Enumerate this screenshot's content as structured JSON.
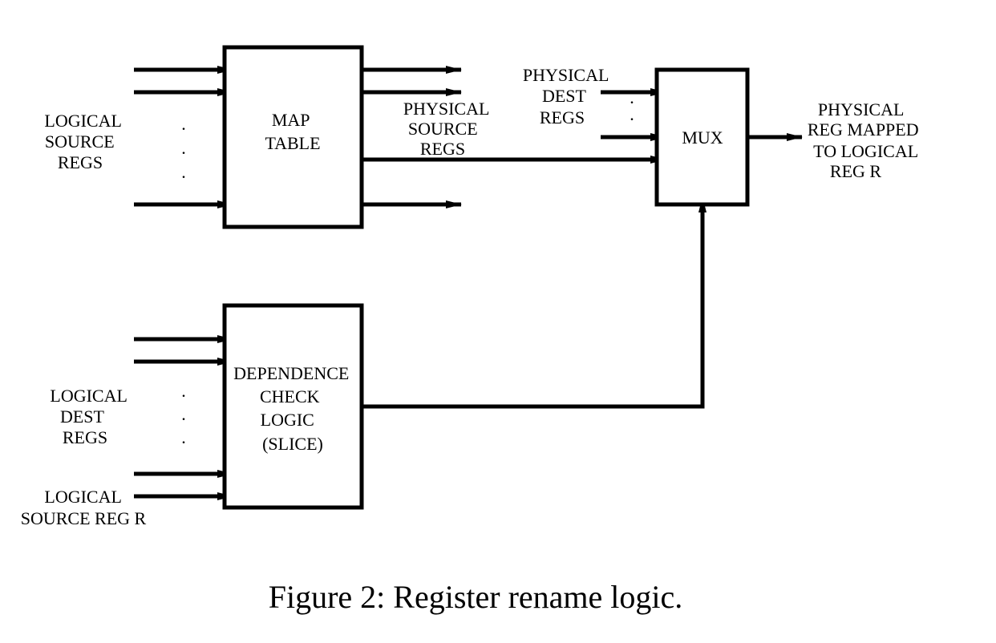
{
  "diagram": {
    "blocks": {
      "map_table": [
        "MAP",
        "TABLE"
      ],
      "dependence_check": [
        "DEPENDENCE",
        "CHECK",
        "LOGIC",
        "(SLICE)"
      ],
      "mux": [
        "MUX"
      ]
    },
    "labels": {
      "logical_source_regs": [
        "LOGICAL",
        "SOURCE",
        "REGS"
      ],
      "physical_source_regs": [
        "PHYSICAL",
        "SOURCE",
        "REGS"
      ],
      "physical_dest_regs": [
        "PHYSICAL",
        "DEST",
        "REGS"
      ],
      "physical_reg_mapped": [
        "PHYSICAL",
        "REG MAPPED",
        "TO LOGICAL",
        "REG R"
      ],
      "logical_dest_regs": [
        "LOGICAL",
        "DEST",
        "REGS"
      ],
      "logical_source_reg_r": [
        "LOGICAL",
        "SOURCE REG R"
      ]
    },
    "ellipsis": "."
  },
  "caption": "Figure 2: Register rename logic."
}
